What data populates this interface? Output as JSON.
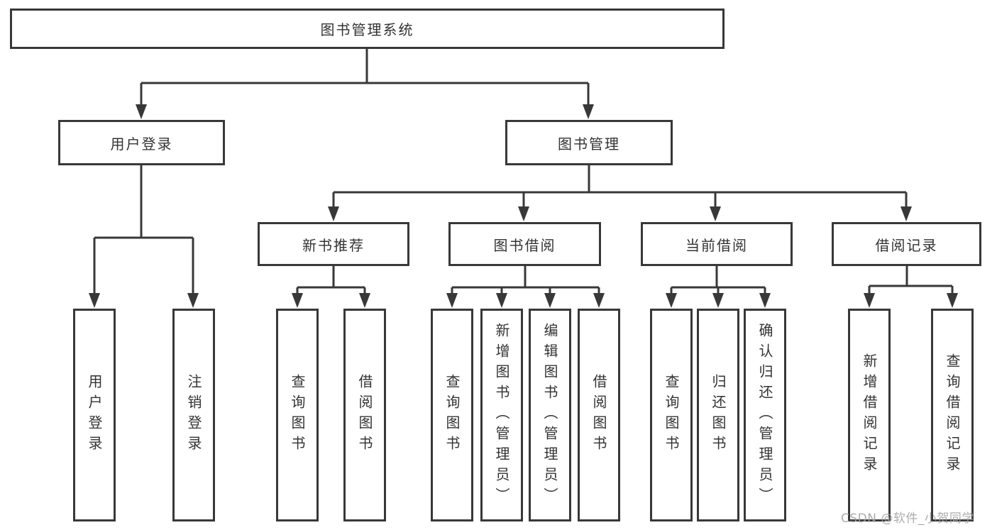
{
  "diagram": {
    "root": {
      "label": "图书管理系统"
    },
    "branches": [
      {
        "label": "用户登录",
        "children": [
          {
            "label": "用户登录"
          },
          {
            "label": "注销登录"
          }
        ]
      },
      {
        "label": "图书管理",
        "sections": [
          {
            "label": "新书推荐",
            "children": [
              {
                "label": "查询图书"
              },
              {
                "label": "借阅图书"
              }
            ]
          },
          {
            "label": "图书借阅",
            "children": [
              {
                "label": "查询图书"
              },
              {
                "label": "新增图书（管理员）"
              },
              {
                "label": "编辑图书（管理员）"
              },
              {
                "label": "借阅图书"
              }
            ]
          },
          {
            "label": "当前借阅",
            "children": [
              {
                "label": "查询图书"
              },
              {
                "label": "归还图书"
              },
              {
                "label": "确认归还（管理员）"
              }
            ]
          },
          {
            "label": "借阅记录",
            "children": [
              {
                "label": "新增借阅记录"
              },
              {
                "label": "查询借阅记录"
              }
            ]
          }
        ]
      }
    ]
  },
  "watermark": {
    "text": "CSDN @软件_小贺同学"
  },
  "colors": {
    "line": "#383838",
    "text": "#333333",
    "watermark": "#a3a3a3",
    "background": "#ffffff"
  }
}
